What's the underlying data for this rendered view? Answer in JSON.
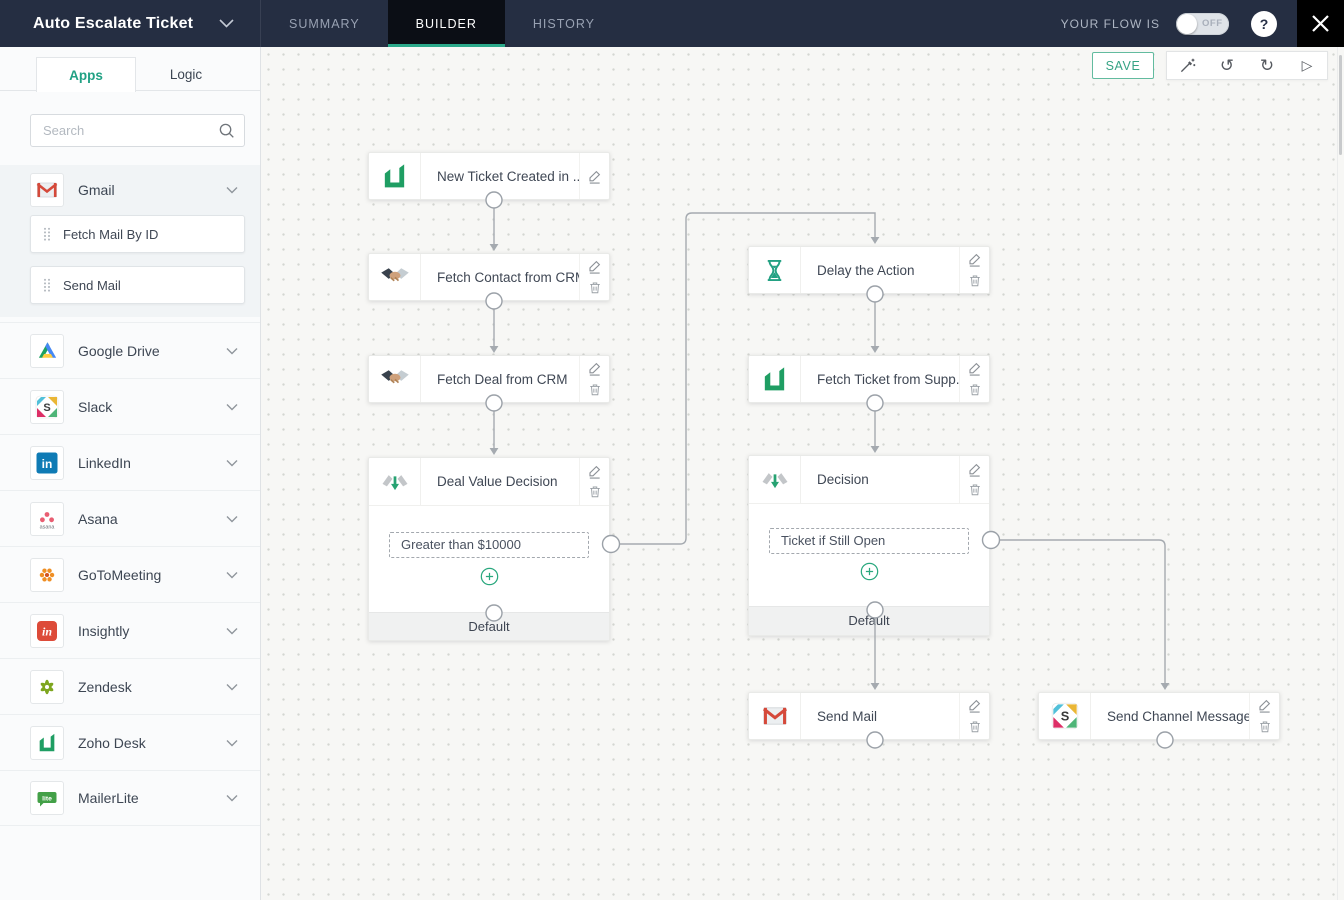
{
  "topbar": {
    "title": "Auto Escalate Ticket",
    "tabs": [
      {
        "label": "SUMMARY"
      },
      {
        "label": "BUILDER"
      },
      {
        "label": "HISTORY"
      }
    ],
    "status_label": "YOUR FLOW IS",
    "toggle": "OFF",
    "help": "?"
  },
  "sidebar": {
    "tabs": [
      {
        "label": "Apps"
      },
      {
        "label": "Logic"
      }
    ],
    "search_placeholder": "Search",
    "gmail": {
      "name": "Gmail",
      "actions": [
        {
          "label": "Fetch Mail By ID"
        },
        {
          "label": "Send Mail"
        }
      ]
    },
    "apps": [
      {
        "name": "Google Drive"
      },
      {
        "name": "Slack"
      },
      {
        "name": "LinkedIn"
      },
      {
        "name": "Asana"
      },
      {
        "name": "GoToMeeting"
      },
      {
        "name": "Insightly"
      },
      {
        "name": "Zendesk"
      },
      {
        "name": "Zoho Desk"
      },
      {
        "name": "MailerLite"
      }
    ]
  },
  "toolbar": {
    "save": "SAVE"
  },
  "flow": {
    "nodes": [
      {
        "title": "New Ticket Created in ..."
      },
      {
        "title": "Fetch Contact from CRM"
      },
      {
        "title": "Fetch Deal from CRM"
      },
      {
        "title": "Deal Value Decision",
        "branch": "Greater than $10000",
        "default_label": "Default"
      },
      {
        "title": "Delay the Action"
      },
      {
        "title": "Fetch Ticket from Supp..."
      },
      {
        "title": "Decision",
        "branch": "Ticket if Still Open",
        "default_label": "Default"
      },
      {
        "title": "Send Mail"
      },
      {
        "title": "Send Channel Message"
      }
    ]
  },
  "icon_text": {
    "slack": "S",
    "linkedin": "in",
    "asana": "asana",
    "insightly": "in",
    "mailerlite": "lite"
  },
  "colors": {
    "accent_teal": "#2ba98a",
    "topbar_bg": "#252e42",
    "active_tab_bg": "#0b0e15",
    "canvas_bg": "#f7f7f5",
    "connector_grey": "#a5aab0",
    "zoho_green": "#1f9e63"
  }
}
